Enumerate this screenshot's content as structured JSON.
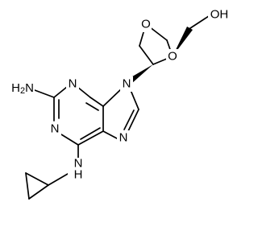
{
  "molecule": {
    "atom_labels": {
      "oh": "OH",
      "ring_o_top": "O",
      "ring_o_bottom": "O",
      "n9": "N",
      "n3": "N",
      "n1": "N",
      "n7": "N",
      "nh2": "H2N",
      "nh": "N",
      "nh_h": "H"
    }
  }
}
